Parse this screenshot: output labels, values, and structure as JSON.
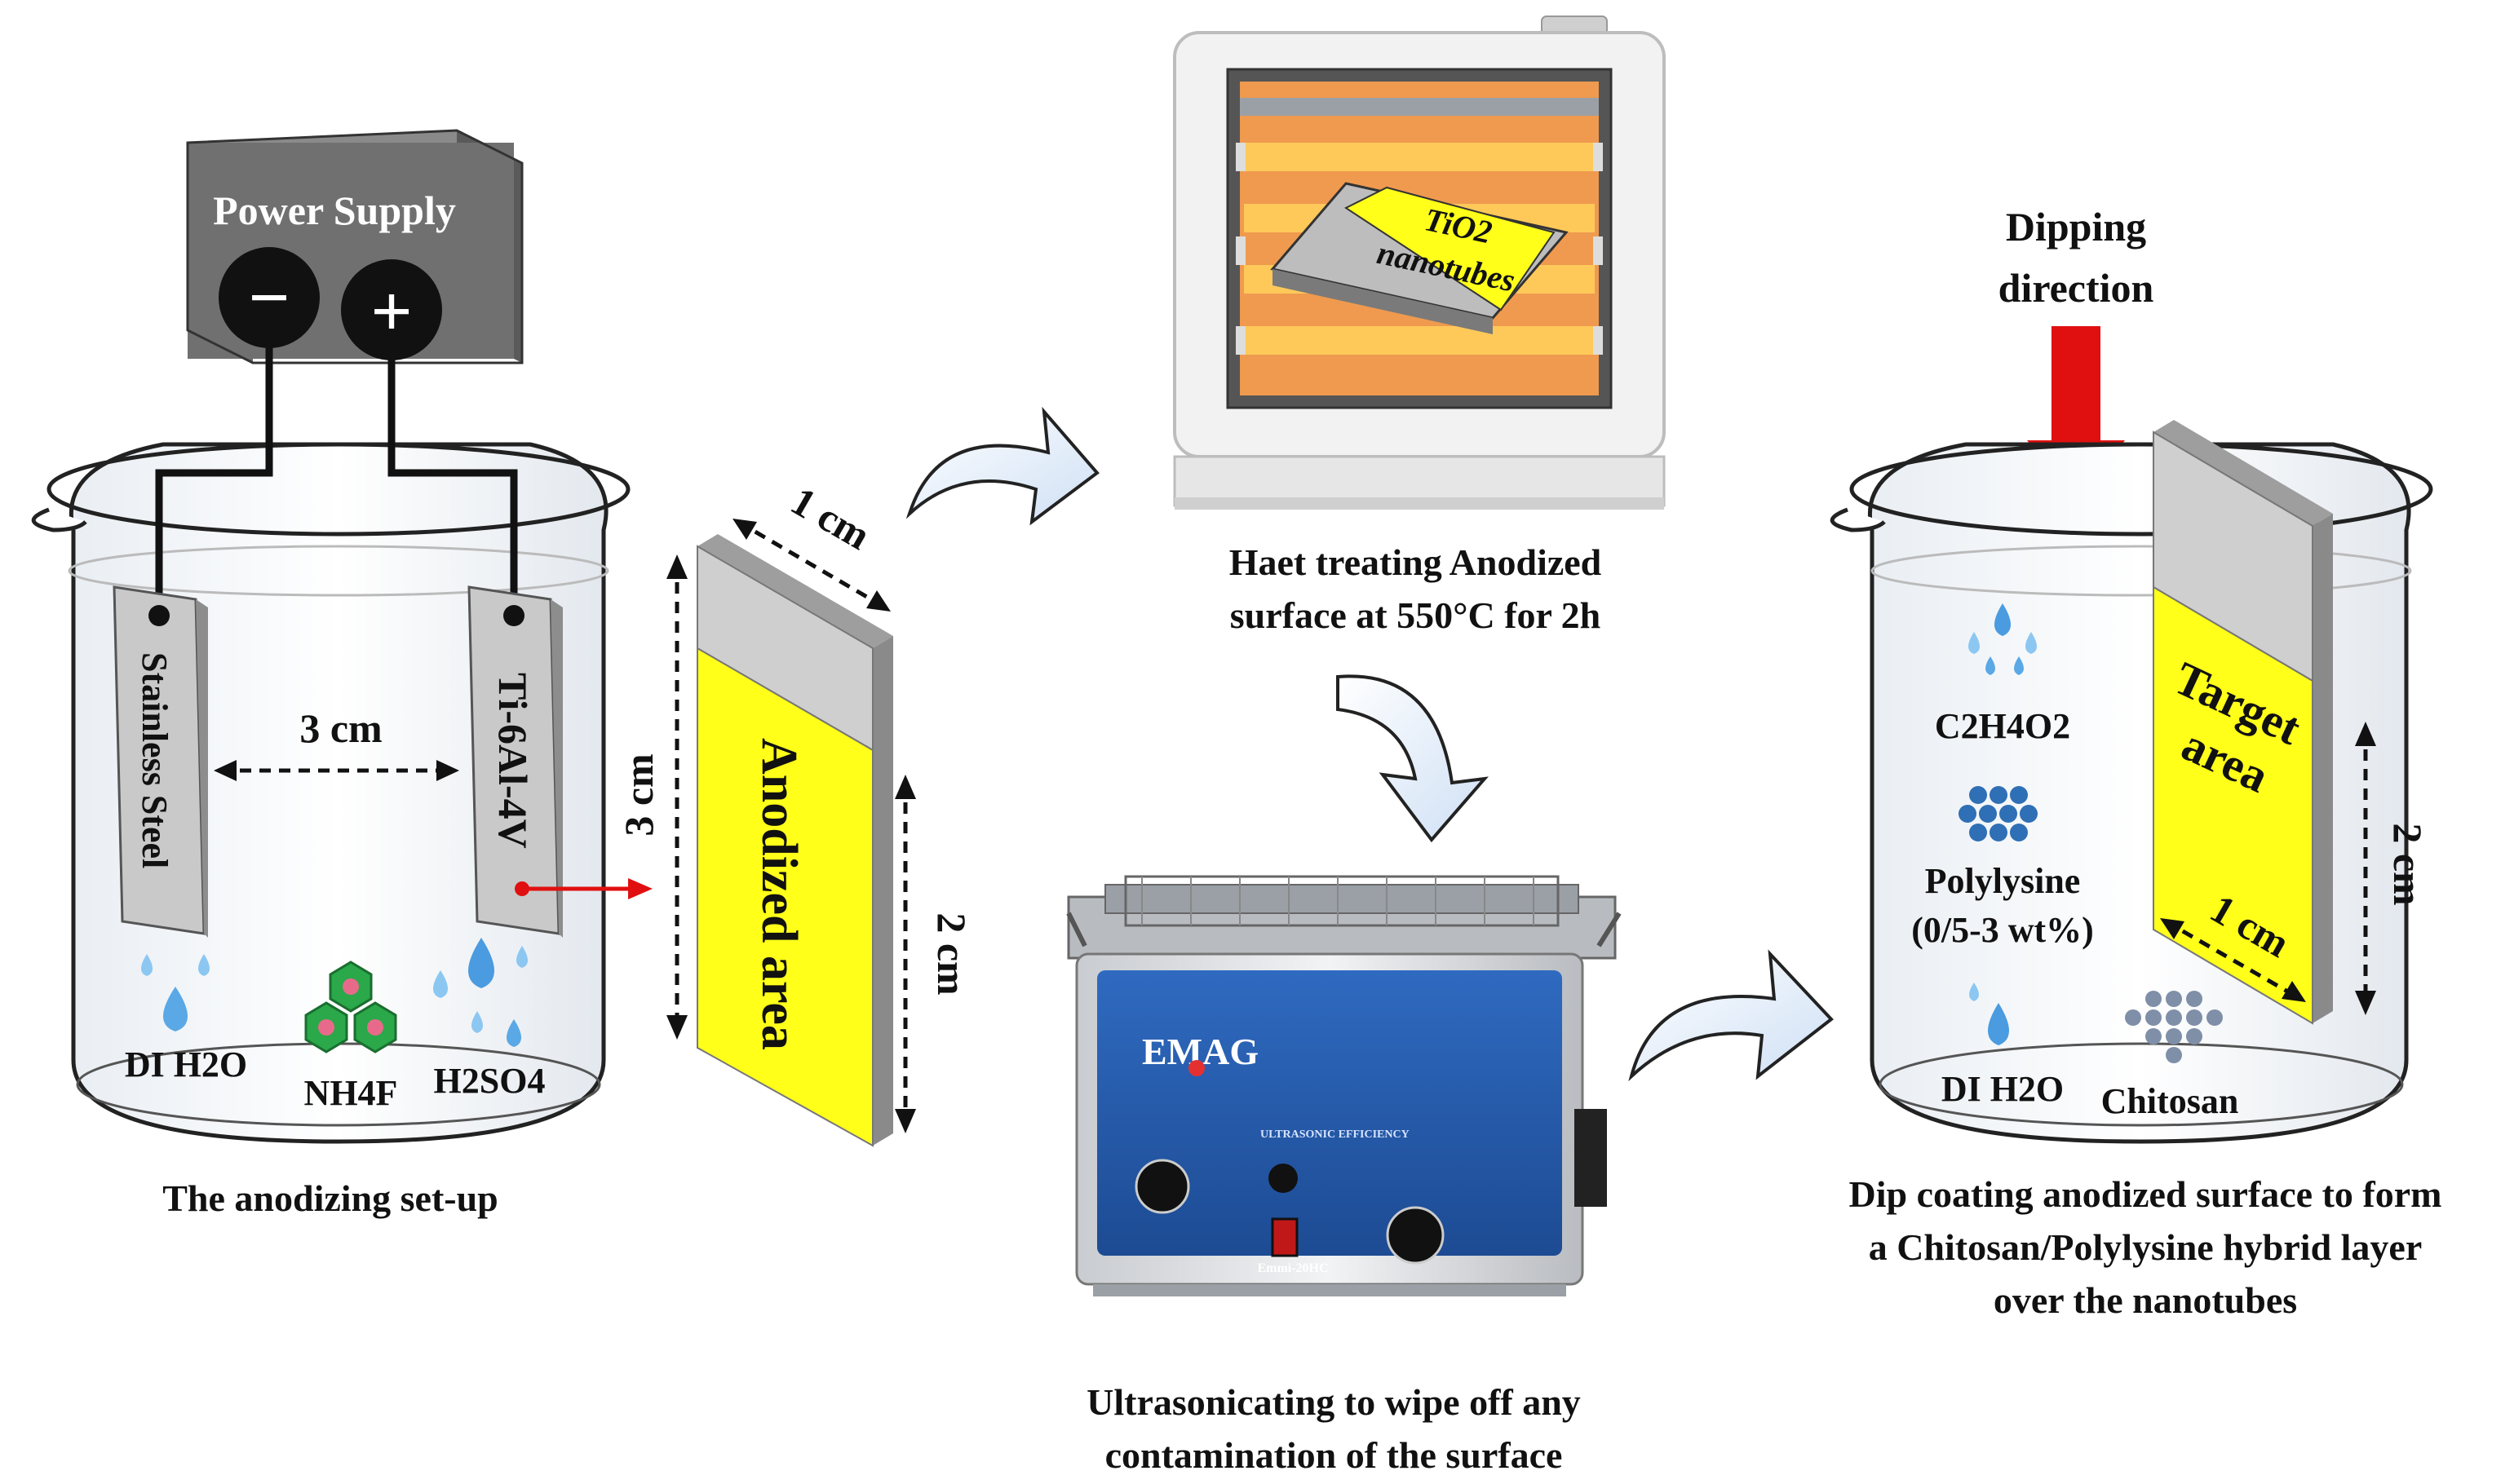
{
  "anodizing": {
    "power_supply": "Power Supply",
    "minus": "−",
    "plus": "+",
    "cathode": "Stainless Steel",
    "anode": "Ti-6Al-4V",
    "gap": "3 cm",
    "chem_di_water": "DI H2O",
    "chem_nh4f": "NH4F",
    "chem_h2so4": "H2SO4",
    "caption": "The anodizing set-up"
  },
  "sample": {
    "width": "1 cm",
    "height": "3 cm",
    "anodized_height": "2 cm",
    "anodized_label": "Anodized area"
  },
  "furnace": {
    "sample_text_line1": "TiO2",
    "sample_text_line2": "nanotubes",
    "caption_line1": "Haet treating Anodized",
    "caption_line2": "surface at 550°C for 2h"
  },
  "ultrasonic": {
    "brand": "EMAG",
    "panel_text": "ULTRASONIC EFFICIENCY",
    "model": "Emmi-20HC",
    "caption_line1": "Ultrasonicating  to wipe off any",
    "caption_line2": "contamination  of the surface"
  },
  "dipcoat": {
    "dipping_line1": "Dipping",
    "dipping_line2": "direction",
    "target_line1": "Target",
    "target_line2": "area",
    "height": "2 cm",
    "width": "1 cm",
    "chem_acetic": "C2H4O2",
    "chem_polylysine": "Polylysine",
    "chem_polylysine_conc": "(0/5-3 wt%)",
    "chem_di_water": "DI H2O",
    "chem_chitosan": "Chitosan",
    "caption_line1": "Dip coating anodized surface to form",
    "caption_line2": "a Chitosan/Polylysine  hybrid  layer",
    "caption_line3": "over the nanotubes"
  },
  "colors": {
    "anodized": "#ffff1a",
    "metal": "#cfcfcf",
    "water_drop": "#5aa8e6",
    "arrow_red": "#e01010",
    "accent_blue": "#1f4fa0"
  }
}
